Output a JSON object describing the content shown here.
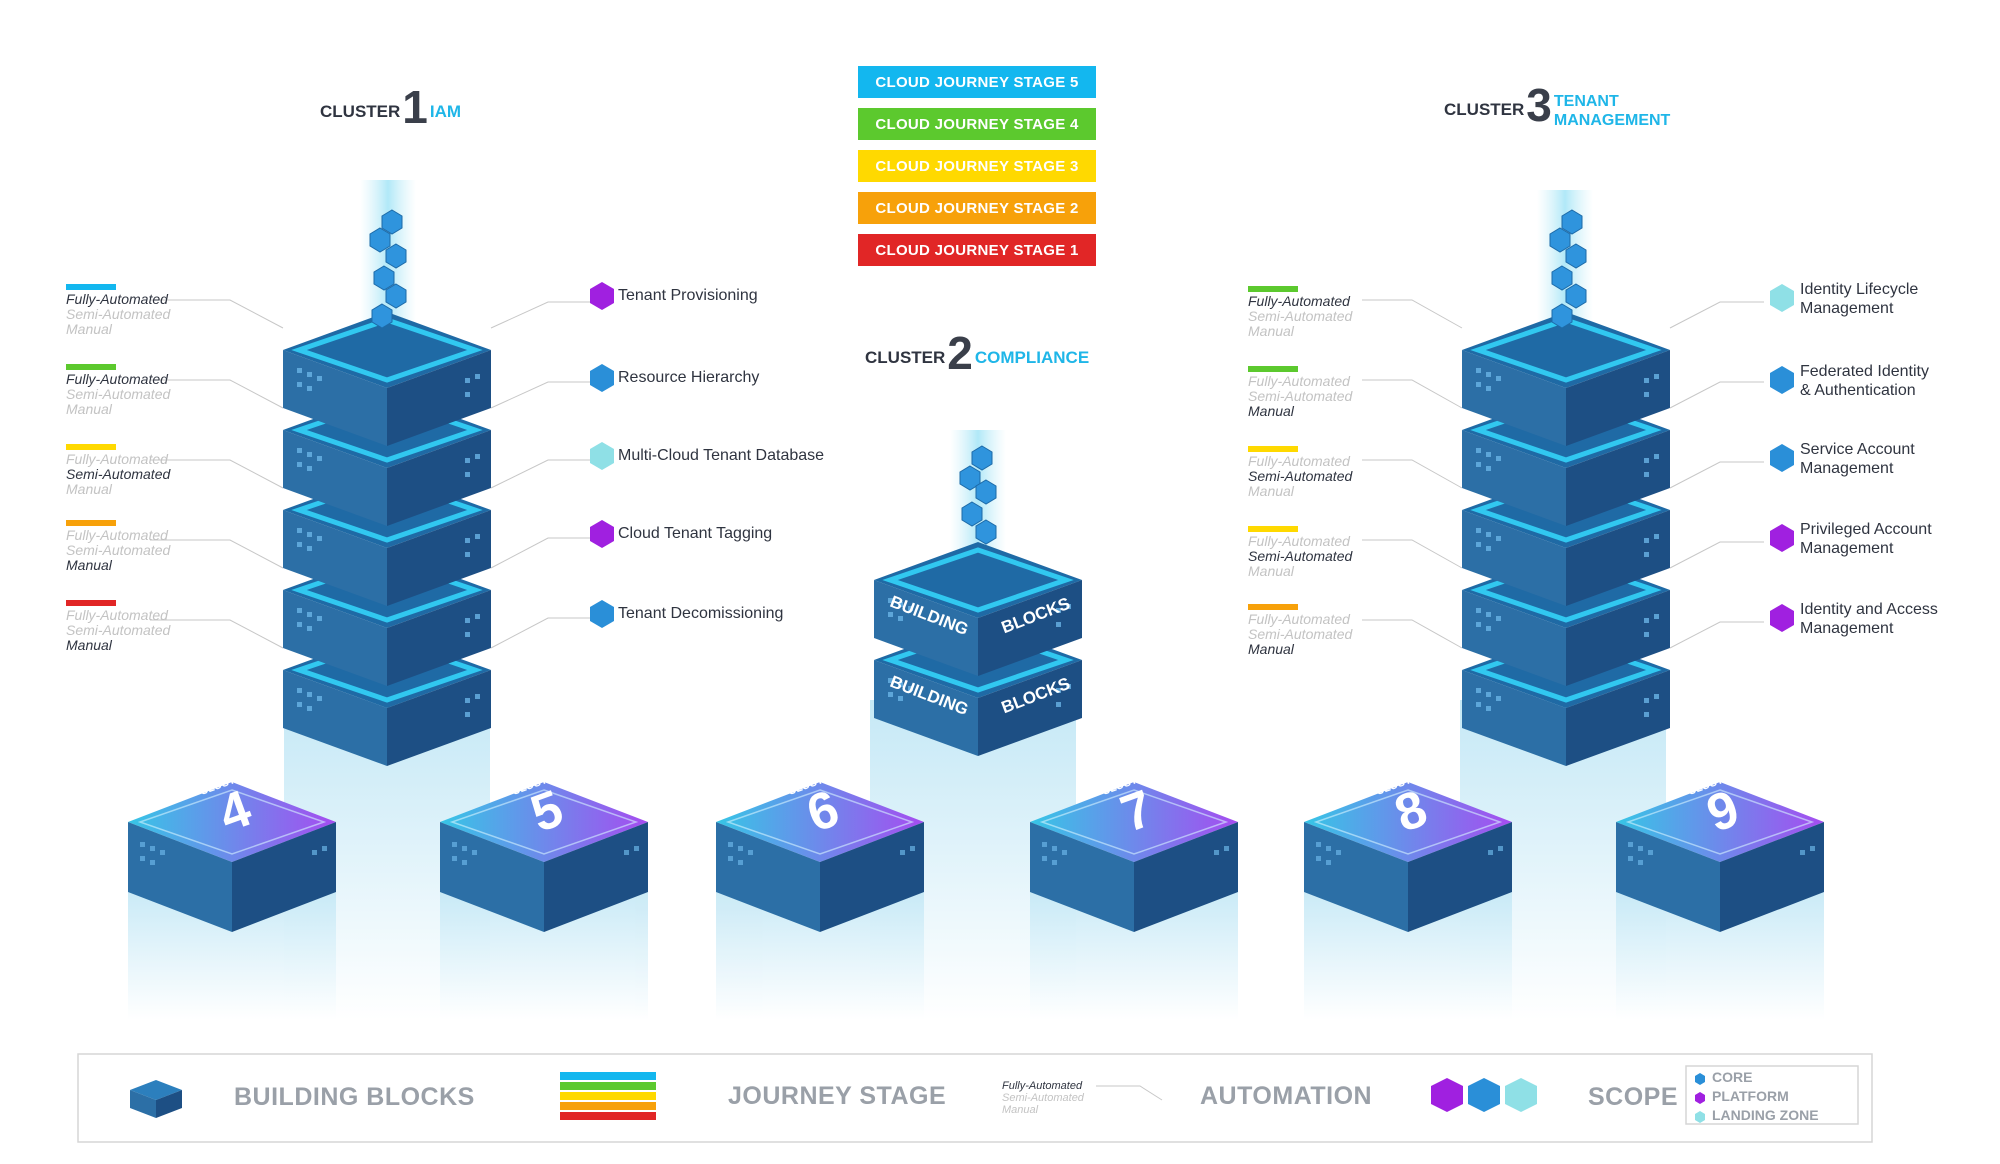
{
  "clusters": {
    "c1": {
      "prefix": "CLUSTER",
      "num": "1",
      "name": "IAM"
    },
    "c2": {
      "prefix": "CLUSTER",
      "num": "2",
      "name": "COMPLIANCE"
    },
    "c3": {
      "prefix": "CLUSTER",
      "num": "3",
      "name_line1": "TENANT",
      "name_line2": "MANAGEMENT"
    }
  },
  "stages": [
    {
      "label": "CLOUD JOURNEY STAGE 5",
      "color": "#13b7ef"
    },
    {
      "label": "CLOUD JOURNEY STAGE 4",
      "color": "#5cc92e"
    },
    {
      "label": "CLOUD JOURNEY STAGE 3",
      "color": "#ffd900"
    },
    {
      "label": "CLOUD JOURNEY STAGE 2",
      "color": "#f7a10a"
    },
    {
      "label": "CLOUD JOURNEY STAGE 1",
      "color": "#e12626"
    }
  ],
  "automation": {
    "full": "Fully-Automated",
    "semi": "Semi-Automated",
    "manual": "Manual"
  },
  "left_tower_labels": [
    "Tenant Provisioning",
    "Resource Hierarchy",
    "Multi-Cloud Tenant Database",
    "Cloud Tenant Tagging",
    "Tenant Decomissioning"
  ],
  "right_tower_labels": [
    {
      "l1": "Identity Lifecycle",
      "l2": "Management"
    },
    {
      "l1": "Federated Identity",
      "l2": "& Authentication"
    },
    {
      "l1": "Service Account",
      "l2": "Management"
    },
    {
      "l1": "Privileged Account",
      "l2": "Management"
    },
    {
      "l1": "Identity and Access",
      "l2": "Management"
    }
  ],
  "building_blocks": {
    "word1": "BUILDING",
    "word2": "BLOCKS"
  },
  "small_clusters": [
    {
      "label": "CLUSTER",
      "num": "4"
    },
    {
      "label": "CLUSTER",
      "num": "5"
    },
    {
      "label": "CLUSTER",
      "num": "6"
    },
    {
      "label": "CLUSTER",
      "num": "7"
    },
    {
      "label": "CLUSTER",
      "num": "8"
    },
    {
      "label": "CLUSTER",
      "num": "9"
    }
  ],
  "legend": {
    "building_blocks": "BUILDING BLOCKS",
    "journey_stage": "JOURNEY STAGE",
    "automation": "AUTOMATION",
    "scope": "SCOPE",
    "scope_items": [
      "CORE",
      "PLATFORM",
      "LANDING ZONE"
    ]
  },
  "colors": {
    "core": "#2a8fd8",
    "platform": "#a020e0",
    "landing_zone": "#8fe0e6",
    "accent": "#1fb6e8"
  }
}
